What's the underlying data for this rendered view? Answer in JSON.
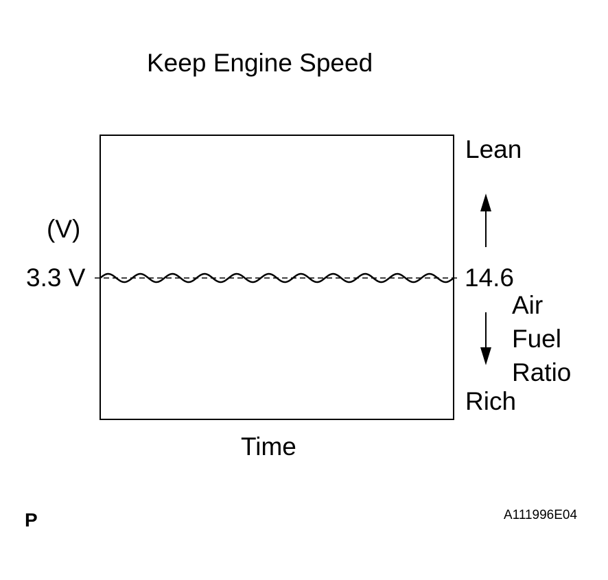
{
  "title": "Keep Engine Speed",
  "y_axis": {
    "unit": "(V)",
    "value_label": "3.3 V"
  },
  "x_axis": {
    "label": "Time"
  },
  "right_axis": {
    "value_label": "14.6",
    "top_label": "Lean",
    "bottom_label": "Rich",
    "quantity_lines": [
      "Air",
      "Fuel",
      "Ratio"
    ]
  },
  "footer": {
    "corner_mark": "P",
    "figure_code": "A111996E04"
  },
  "waveform": {
    "cycles": 11
  }
}
